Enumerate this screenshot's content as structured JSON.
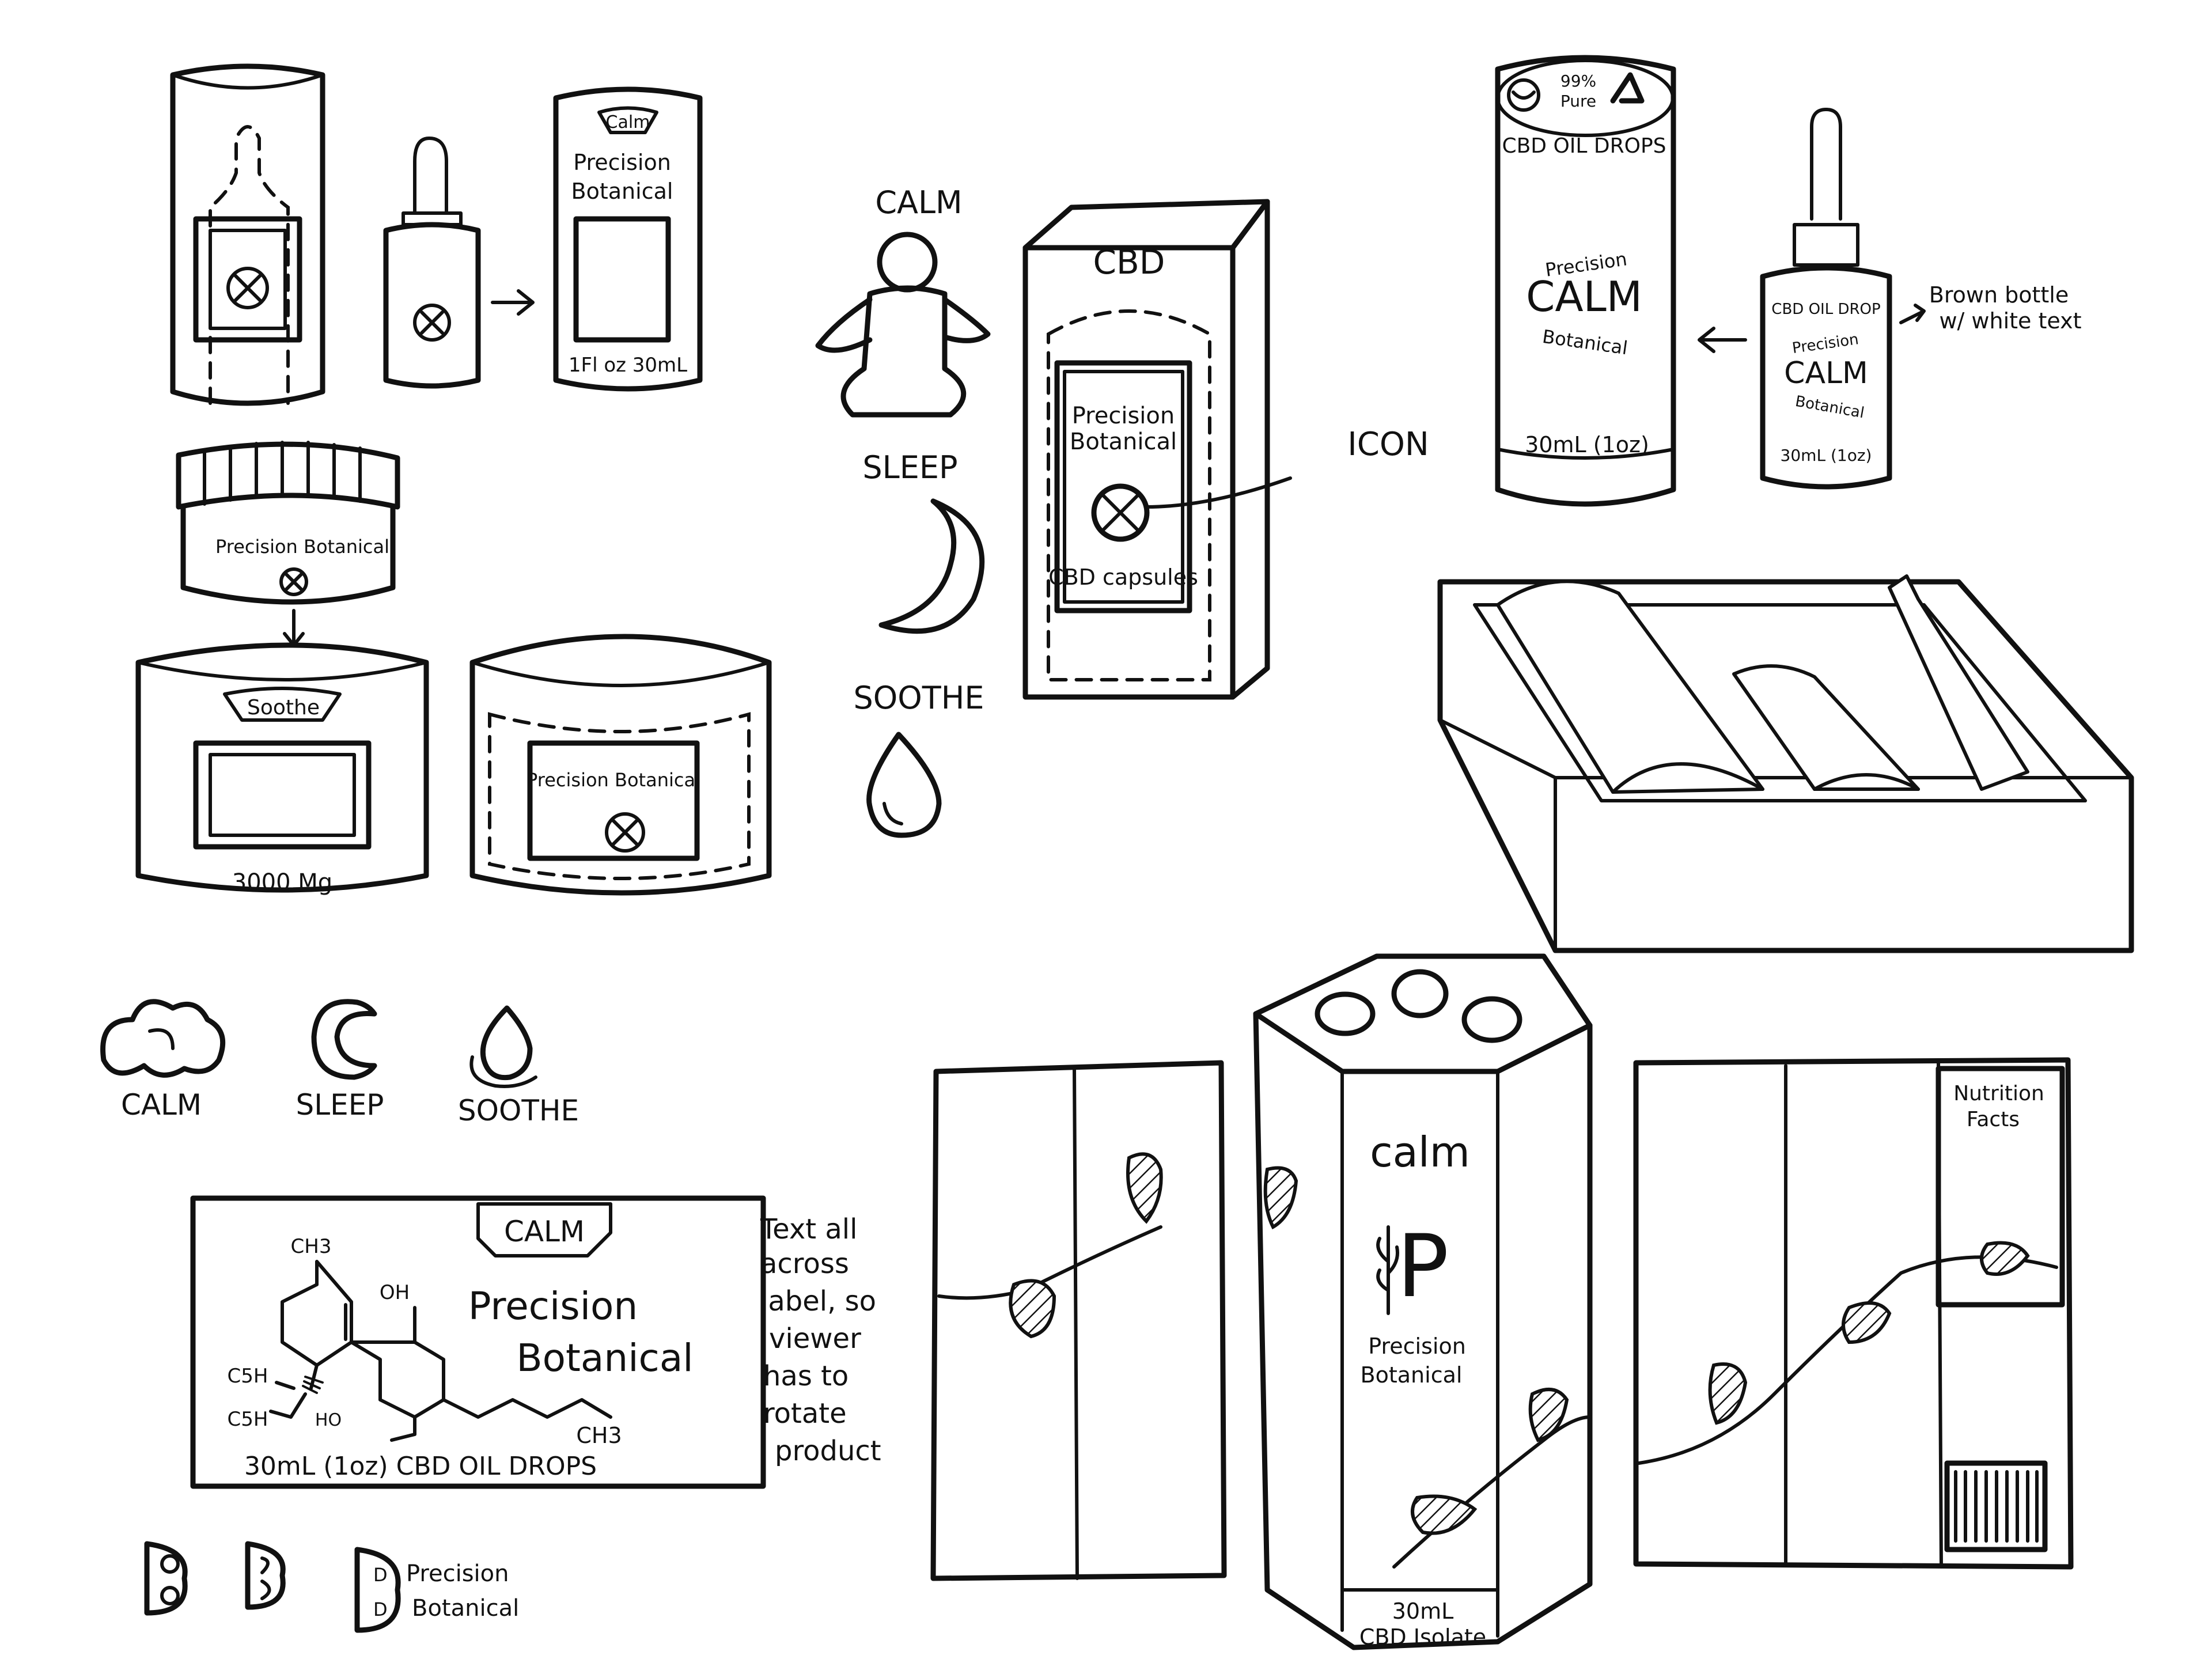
{
  "bottle_sketches": {
    "calm_tag": "Calm",
    "brand_line1": "Precision",
    "brand_line2": "Botanical",
    "volume": "1Fl oz 30mL"
  },
  "jar_sketches": {
    "lid_brand": "Precision Botanical",
    "soothe_tag": "Soothe",
    "amount": "3000 Mg",
    "jar2_brand": "Precision Botanical"
  },
  "mood_icons": {
    "calm": "CALM",
    "sleep": "SLEEP",
    "soothe": "SOOTHE"
  },
  "cbd_box": {
    "header": "CBD",
    "brand_line1": "Precision",
    "brand_line2": "Botanical",
    "product": "CBD capsules",
    "callout": "ICON"
  },
  "tube_sketch": {
    "purity_line1": "99%",
    "purity_line2": "Pure",
    "title": "CBD OIL DROPS",
    "brand_top": "Precision",
    "product": "CALM",
    "brand_bottom": "Botanical",
    "volume": "30mL (1oz)"
  },
  "dropper_bottle": {
    "title": "CBD OIL DROP",
    "brand_top": "Precision",
    "product": "CALM",
    "brand_bottom": "Botanical",
    "volume": "30mL (1oz)"
  },
  "bottle_note": {
    "line1": "Brown bottle",
    "line2": "w/ white text"
  },
  "logo_icons": {
    "calm": "CALM",
    "sleep": "SLEEP",
    "soothe": "SOOTHE"
  },
  "label_design": {
    "tag": "CALM",
    "brand_line1": "Precision",
    "brand_line2": "Botanical",
    "mol_ch3_top": "CH3",
    "mol_oh": "OH",
    "mol_c5h_1": "C5H",
    "mol_c5h_2": "C5H",
    "mol_ho": "HO",
    "mol_ch3_bottom": "CH3",
    "footer": "30mL (1oz) CBD OIL DROPS"
  },
  "label_note": [
    "Text all",
    "across",
    "label, so",
    "viewer",
    "has to",
    "rotate",
    "product"
  ],
  "hex_box": {
    "product": "calm",
    "monogram": "P",
    "brand_line1": "Precision",
    "brand_line2": "Botanical",
    "base_line1": "30mL",
    "base_line2": "CBD Isolate"
  },
  "right_panel": {
    "nutrition_line1": "Nutrition",
    "nutrition_line2": "Facts"
  },
  "monograms": {
    "brand_line1": "Precision",
    "brand_line2": "Botanical"
  }
}
